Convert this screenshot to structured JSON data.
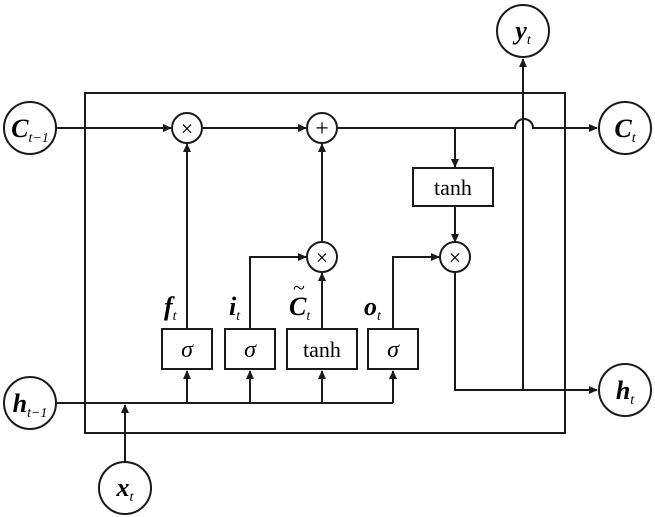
{
  "nodes": {
    "c_prev": {
      "main": "C",
      "sub": "t−1"
    },
    "h_prev": {
      "main": "h",
      "sub": "t−1"
    },
    "x_t": {
      "main": "x",
      "sub": "t"
    },
    "y_t": {
      "main": "y",
      "sub": "t"
    },
    "c_t": {
      "main": "C",
      "sub": "t"
    },
    "h_t": {
      "main": "h",
      "sub": "t"
    }
  },
  "ops": {
    "forget_mult": "×",
    "add": "+",
    "input_mult": "×",
    "output_mult": "×"
  },
  "gates": {
    "forget": {
      "symbol": "σ",
      "label": "f",
      "sub": "t"
    },
    "input": {
      "symbol": "σ",
      "label": "i",
      "sub": "t"
    },
    "candidate": {
      "symbol": "tanh",
      "label": "C",
      "tilde": "~",
      "sub": "t"
    },
    "output": {
      "symbol": "σ",
      "label": "o",
      "sub": "t"
    }
  },
  "cell_tanh": "tanh"
}
